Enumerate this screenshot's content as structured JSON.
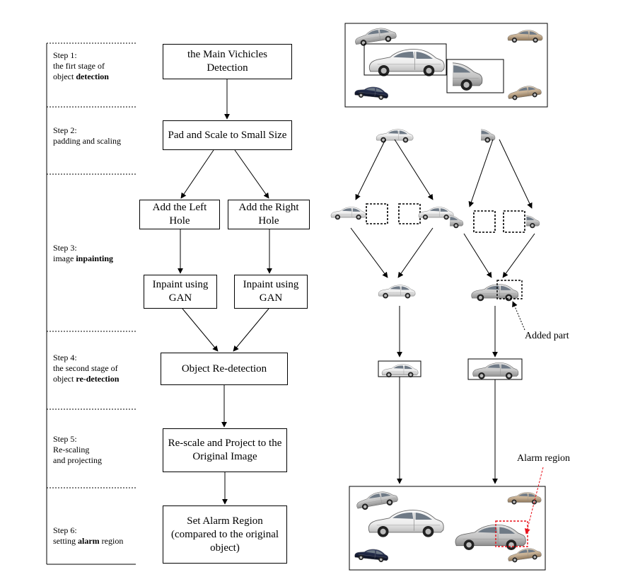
{
  "steps": [
    {
      "title": "Step 1:",
      "line2": "the firt stage of",
      "line3_pre": "object ",
      "line3_bold": "detection"
    },
    {
      "title": "Step 2:",
      "line2": "padding and scaling"
    },
    {
      "title": "Step 3:",
      "line2_pre": "image ",
      "line2_bold": "inpainting"
    },
    {
      "title": "Step 4:",
      "line2": "the second stage of",
      "line3_pre": "object ",
      "line3_bold": "re-detection"
    },
    {
      "title": "Step 5:",
      "line2": "Re-scaling",
      "line3": "and projecting"
    },
    {
      "title": "Step 6:",
      "line2_pre": "setting ",
      "line2_bold": "alarm",
      "line2_post": " region"
    }
  ],
  "boxes": {
    "main_detection": "the Main Vichicles Detection",
    "pad_scale": "Pad and Scale to Small Size",
    "left_hole": "Add the Left Hole",
    "right_hole": "Add the Right Hole",
    "inpaint_left": "Inpaint using GAN",
    "inpaint_right": "Inpaint using GAN",
    "redetect": "Object Re-detection",
    "rescale": "Re-scale and Project to the Original Image",
    "alarm": "Set Alarm Region (compared to the original object)"
  },
  "annotations": {
    "added_part": "Added part",
    "alarm_region": "Alarm region"
  },
  "colors": {
    "alarm": "#e8101a",
    "car_white": "#f4f4f4",
    "car_silver": "#cfcfcf",
    "car_tan": "#c9b49a",
    "car_navy": "#1c2440"
  }
}
